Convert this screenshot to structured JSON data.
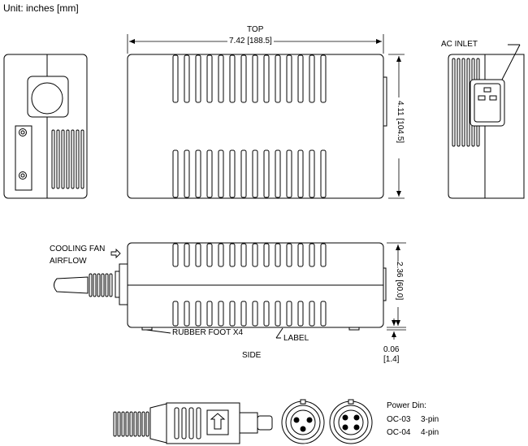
{
  "unit": "Unit: inches [mm]",
  "top_view": {
    "label": "TOP",
    "width_dim": "7.42 [188.5]",
    "height_dim": "4.11 [104.5]"
  },
  "end_view": {
    "ac_inlet_label": "AC INLET"
  },
  "side_view": {
    "label": "SIDE",
    "fan_label_line1": "COOLING FAN",
    "fan_label_line2": "AIRFLOW",
    "height_dim": "2.36 [60.0]",
    "foot_label": "RUBBER FOOT X4",
    "label_callout": "LABEL",
    "foot_dim_in": "0.06",
    "foot_dim_mm": "[1.4]"
  },
  "connector": {
    "title": "Power Din:",
    "rows": [
      {
        "code": "OC-03",
        "pins": "3-pin"
      },
      {
        "code": "OC-04",
        "pins": "4-pin"
      }
    ]
  }
}
